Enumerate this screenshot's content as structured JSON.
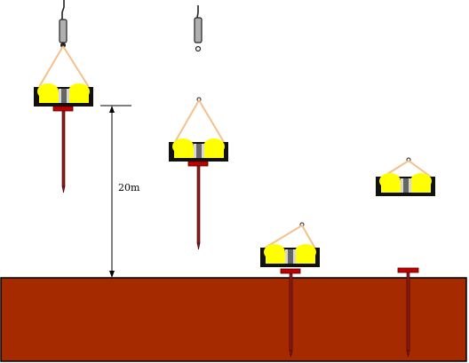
{
  "dimension": {
    "height_label": "20m"
  },
  "colors": {
    "ground": "#a52a00",
    "ground_edge": "#000000",
    "weight_frame": "#111111",
    "weight_fill": "#ffff00",
    "rope": "#f5c08a",
    "hook": "#b0b0b0",
    "cap": "#c00000",
    "rod": "#8b1a1a"
  },
  "stages": [
    {
      "step": "lifted",
      "rod_driven": false
    },
    {
      "step": "falling",
      "rod_driven": false
    },
    {
      "step": "impact",
      "rod_driven": true
    },
    {
      "step": "released",
      "rod_driven": true
    }
  ]
}
